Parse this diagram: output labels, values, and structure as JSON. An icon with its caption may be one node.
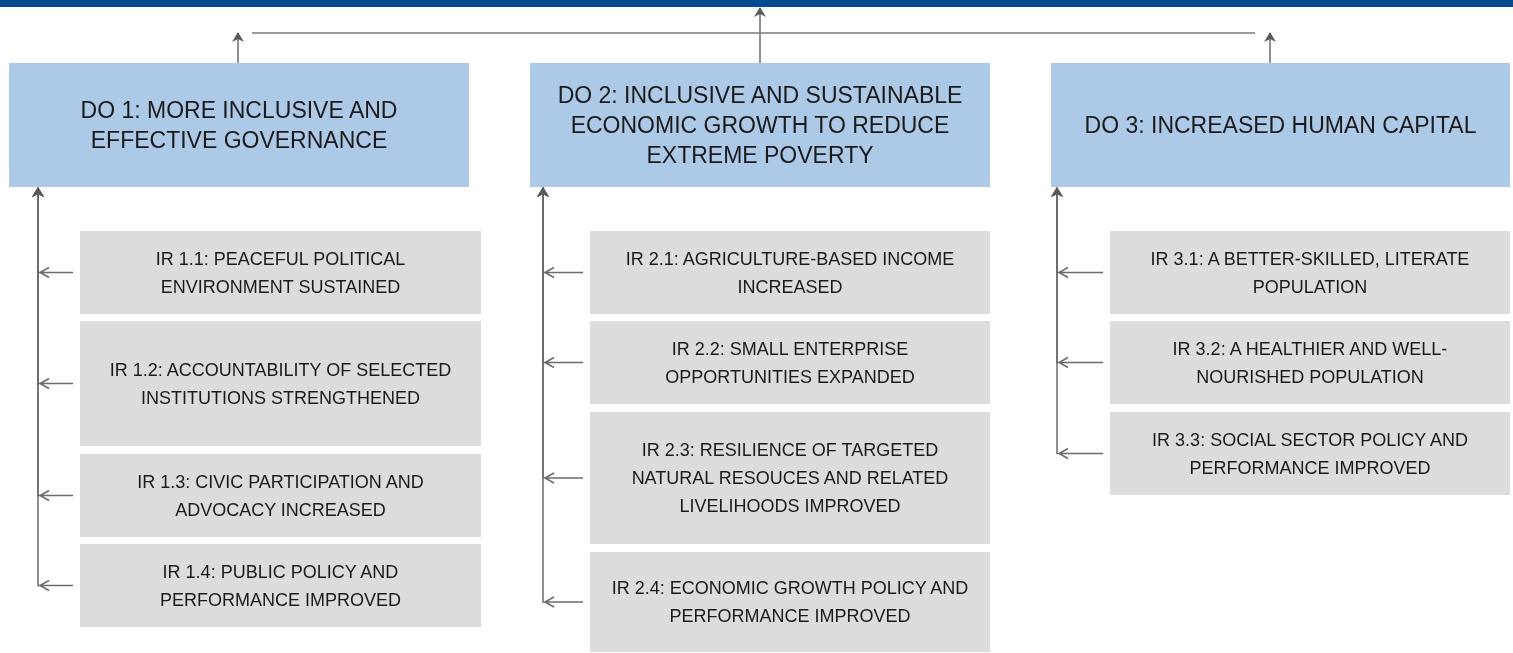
{
  "diagram": {
    "nodes": [
      {
        "text": [],
        "shape": "bar"
      },
      {
        "text": [
          "DO 1: MORE INCLUSIVE AND EFFECTIVE GOVERNANCE"
        ]
      },
      {
        "text": [
          "IR 1.1: PEACEFUL POLITICAL ENVIRONMENT SUSTAINED"
        ]
      },
      {
        "text": [
          "IR 1.2: ACCOUNTABILITY OF SELECTED INSTITUTIONS STRENGTHENED"
        ]
      },
      {
        "text": [
          "IR 1.3: CIVIC PARTICIPATION AND ADVOCACY INCREASED"
        ]
      },
      {
        "text": [
          "IR 1.4: PUBLIC POLICY AND PERFORMANCE IMPROVED"
        ]
      },
      {
        "text": [
          "DO 2: INCLUSIVE AND SUSTAINABLE ECONOMIC GROWTH TO REDUCE EXTREME POVERTY"
        ]
      },
      {
        "text": [
          "IR 2.1: AGRICULTURE-BASED INCOME INCREASED"
        ]
      },
      {
        "text": [
          "IR 2.2: SMALL ENTERPRISE OPPORTUNITIES EXPANDED"
        ]
      },
      {
        "text": [
          "IR 2.3: RESILIENCE OF TARGETED NATURAL RESOUCES AND RELATED LIVELIHOODS IMPROVED"
        ]
      },
      {
        "text": [
          "IR 2.4: ECONOMIC GROWTH POLICY AND PERFORMANCE IMPROVED"
        ]
      },
      {
        "text": [
          "DO 3: INCREASED HUMAN CAPITAL"
        ]
      },
      {
        "text": [
          "IR 3.1: A BETTER-SKILLED, LITERATE POPULATION"
        ]
      },
      {
        "text": [
          "IR 3.2: A HEALTHIER AND WELL-NOURISHED POPULATION"
        ]
      },
      {
        "text": [
          "IR 3.3: SOCIAL SECTOR POLICY AND PERFORMANCE IMPROVED"
        ]
      }
    ],
    "edges": [
      {
        "from": 1,
        "to": 0,
        "arrow": "to"
      },
      {
        "from": 6,
        "to": 0,
        "arrow": "to"
      },
      {
        "from": 11,
        "to": 0,
        "arrow": "to"
      },
      {
        "from": 2,
        "to": 1,
        "arrow": "to"
      },
      {
        "from": 3,
        "to": 1,
        "arrow": "to"
      },
      {
        "from": 4,
        "to": 1,
        "arrow": "to"
      },
      {
        "from": 5,
        "to": 1,
        "arrow": "to"
      },
      {
        "from": 7,
        "to": 6,
        "arrow": "to"
      },
      {
        "from": 8,
        "to": 6,
        "arrow": "to"
      },
      {
        "from": 9,
        "to": 6,
        "arrow": "to"
      },
      {
        "from": 10,
        "to": 6,
        "arrow": "to"
      },
      {
        "from": 12,
        "to": 11,
        "arrow": "to"
      },
      {
        "from": 13,
        "to": 11,
        "arrow": "to"
      },
      {
        "from": 14,
        "to": 11,
        "arrow": "to"
      }
    ]
  }
}
